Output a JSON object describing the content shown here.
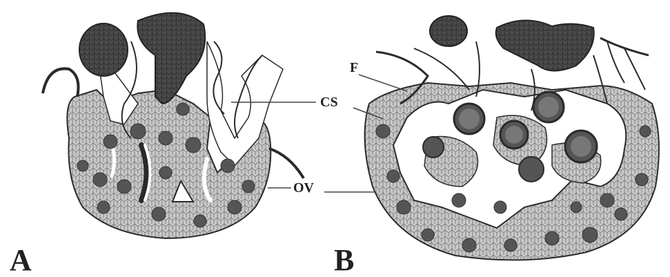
{
  "figure": {
    "panels": [
      {
        "letter": "A"
      },
      {
        "letter": "B"
      }
    ],
    "labels": {
      "f": "F",
      "cs": "CS",
      "ov": "OV"
    }
  },
  "colors": {
    "ink": "#2a2a2a",
    "tissue_fill": "#bdbdbd",
    "tissue_light": "#d8d8d8",
    "nucleus": "#555555",
    "dark_bulb": "#3e3e3e",
    "cavity": "#ffffff"
  }
}
